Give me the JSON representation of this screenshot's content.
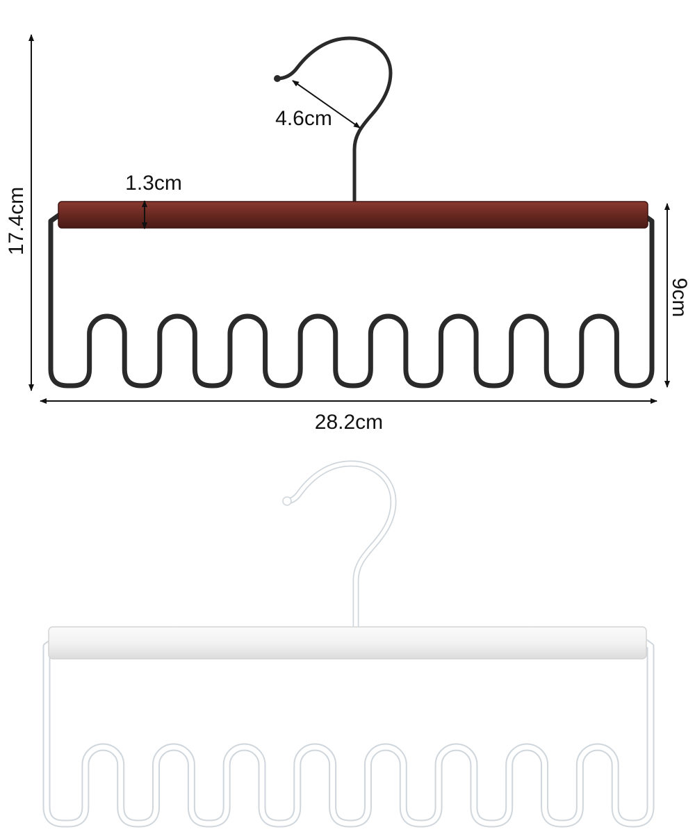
{
  "dimensions": {
    "total_height": "17.4cm",
    "total_width": "28.2cm",
    "hook_opening": "4.6cm",
    "bar_thickness": "1.3cm",
    "loop_depth": "9cm"
  },
  "products": [
    {
      "variant": "walnut-black",
      "bar_color": "#6b2a22",
      "wire_color": "#2a2a2a"
    },
    {
      "variant": "white",
      "bar_color": "#f4f4f4",
      "wire_color": "#ffffff"
    }
  ],
  "colors": {
    "dimension_line": "#111111",
    "background": "#ffffff"
  },
  "loop_count": 8
}
